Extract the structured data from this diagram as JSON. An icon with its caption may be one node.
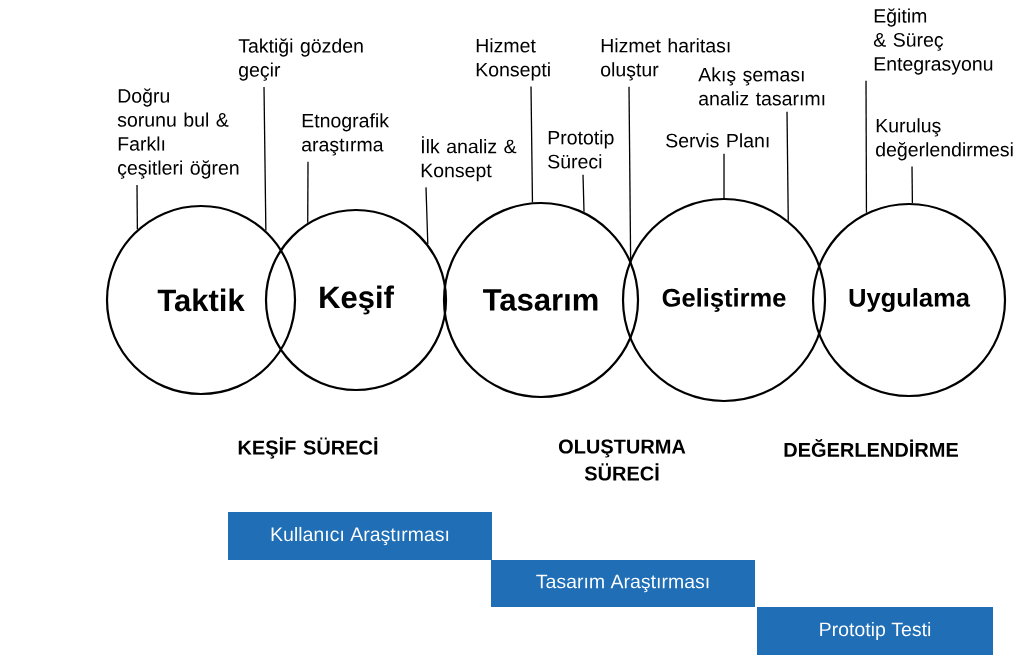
{
  "diagram": {
    "nodes": [
      {
        "text": [
          "Taktik"
        ]
      },
      {
        "text": [
          "Keşif"
        ]
      },
      {
        "text": [
          "Tasarım"
        ]
      },
      {
        "text": [
          "Geliştirme"
        ]
      },
      {
        "text": [
          "Uygulama"
        ]
      },
      {
        "text": [
          "Doğru sorunu bul & Farklı çeşitleri öğren"
        ]
      },
      {
        "text": [
          "Taktiği gözden geçir"
        ]
      },
      {
        "text": [
          "Etnografik araştırma"
        ]
      },
      {
        "text": [
          "İlk analiz & Konsept"
        ]
      },
      {
        "text": [
          "Hizmet Konsepti"
        ]
      },
      {
        "text": [
          "Prototip Süreci"
        ]
      },
      {
        "text": [
          "Hizmet haritası oluştur"
        ]
      },
      {
        "text": [
          "Servis Planı"
        ]
      },
      {
        "text": [
          "Akış şeması analiz tasarımı"
        ]
      },
      {
        "text": [
          "Eğitim & Süreç Entegrasyonu"
        ]
      },
      {
        "text": [
          "Kuruluş değerlendirmesi"
        ]
      },
      {
        "text": [
          "Kullanıcı Araştırması"
        ]
      },
      {
        "text": [
          "Tasarım Araştırması"
        ]
      },
      {
        "text": [
          "Prototip Testi"
        ]
      }
    ],
    "edges": [
      {
        "from": 5,
        "to": 0,
        "arrow": "none"
      },
      {
        "from": 6,
        "to": 0,
        "arrow": "none"
      },
      {
        "from": 7,
        "to": 1,
        "arrow": "none"
      },
      {
        "from": 8,
        "to": 1,
        "arrow": "none"
      },
      {
        "from": 9,
        "to": 2,
        "arrow": "none"
      },
      {
        "from": 10,
        "to": 2,
        "arrow": "none"
      },
      {
        "from": 11,
        "to": 2,
        "arrow": "none"
      },
      {
        "from": 12,
        "to": 3,
        "arrow": "none"
      },
      {
        "from": 13,
        "to": 3,
        "arrow": "none"
      },
      {
        "from": 14,
        "to": 4,
        "arrow": "none"
      },
      {
        "from": 15,
        "to": 4,
        "arrow": "none"
      }
    ],
    "labels": [
      "KEŞİF SÜRECİ",
      "OLUŞTURMA SÜRECİ",
      "DEĞERLENDİRME"
    ]
  }
}
